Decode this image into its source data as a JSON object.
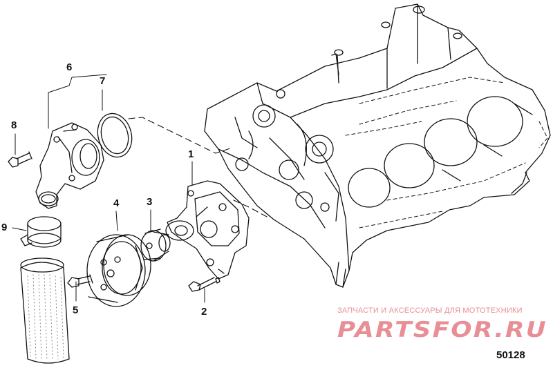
{
  "callouts": {
    "c1": "1",
    "c2": "2",
    "c3": "3",
    "c4": "4",
    "c5": "5",
    "c6": "6",
    "c7": "7",
    "c8": "8",
    "c9": "9"
  },
  "watermark": {
    "text": "ЗАПЧАСТИ И АКСЕССУАРЫ ДЛЯ МОТОТЕХНИКИ",
    "logo_text": "PARTSFOR.RU",
    "color": "#e88f96"
  },
  "figure_id": "50128",
  "colors": {
    "line": "#111111",
    "background": "#ffffff"
  }
}
